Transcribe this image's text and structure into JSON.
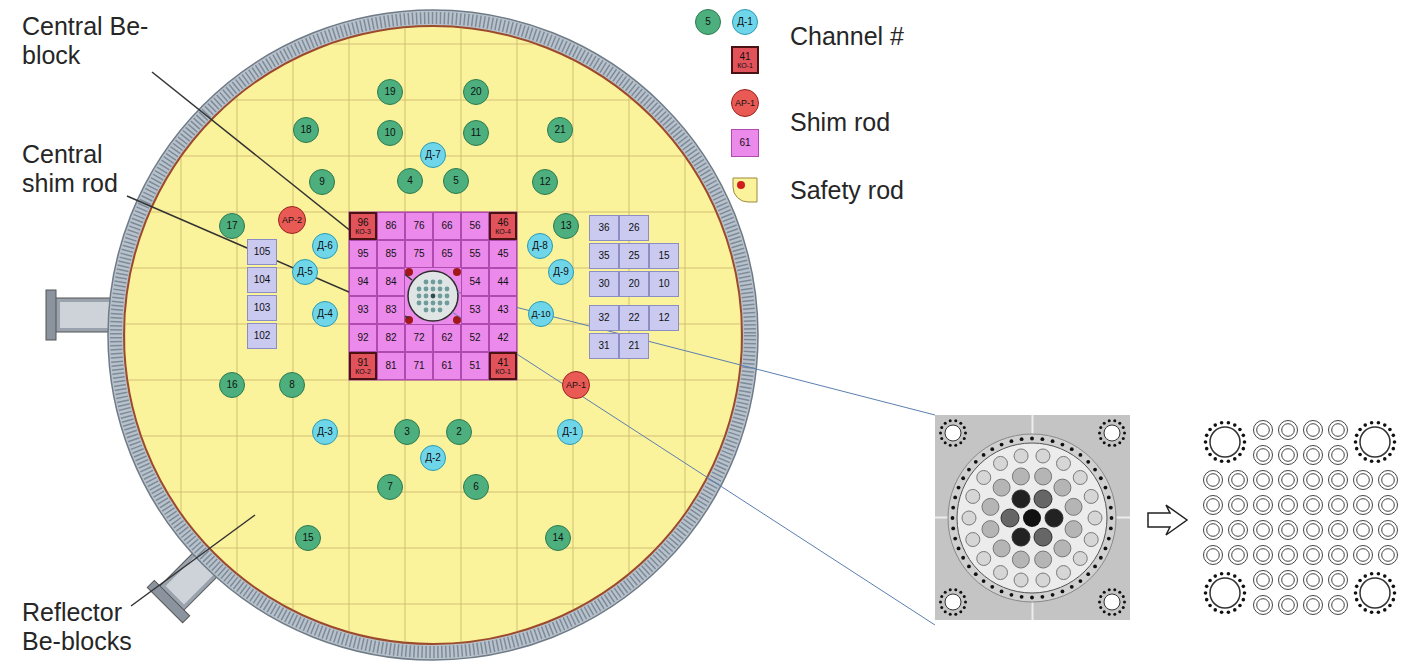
{
  "diagram": {
    "nodes": [
      {
        "text": [
          "19"
        ]
      },
      {
        "text": [
          "20"
        ]
      },
      {
        "text": [
          "18"
        ]
      },
      {
        "text": [
          "10"
        ]
      },
      {
        "text": [
          "11"
        ]
      },
      {
        "text": [
          "21"
        ]
      },
      {
        "text": [
          "Д-7"
        ]
      },
      {
        "text": [
          "9"
        ]
      },
      {
        "text": [
          "4"
        ]
      },
      {
        "text": [
          "5"
        ]
      },
      {
        "text": [
          "12"
        ]
      },
      {
        "text": [
          "17"
        ]
      },
      {
        "text": [
          "АР-2"
        ]
      },
      {
        "text": [
          "96",
          "КО-3"
        ]
      },
      {
        "text": [
          "86"
        ]
      },
      {
        "text": [
          "76"
        ]
      },
      {
        "text": [
          "66"
        ]
      },
      {
        "text": [
          "56"
        ]
      },
      {
        "text": [
          "46",
          "КО-4"
        ]
      },
      {
        "text": [
          "13"
        ]
      },
      {
        "text": [
          "36"
        ]
      },
      {
        "text": [
          "26"
        ]
      },
      {
        "text": [
          "Д-6"
        ]
      },
      {
        "text": [
          "Д-8"
        ]
      },
      {
        "text": [
          "105"
        ]
      },
      {
        "text": [
          "95"
        ]
      },
      {
        "text": [
          "85"
        ]
      },
      {
        "text": [
          "75"
        ]
      },
      {
        "text": [
          "65"
        ]
      },
      {
        "text": [
          "55"
        ]
      },
      {
        "text": [
          "45"
        ]
      },
      {
        "text": [
          "35"
        ]
      },
      {
        "text": [
          "25"
        ]
      },
      {
        "text": [
          "15"
        ]
      },
      {
        "text": [
          "Д-5"
        ]
      },
      {
        "text": [
          "Д-9"
        ]
      },
      {
        "text": [
          "104"
        ]
      },
      {
        "text": [
          "94"
        ]
      },
      {
        "text": [
          "84"
        ]
      },
      {
        "text": [
          "54"
        ]
      },
      {
        "text": [
          "44"
        ]
      },
      {
        "text": [
          "30"
        ]
      },
      {
        "text": [
          "20"
        ]
      },
      {
        "text": [
          "10"
        ]
      },
      {
        "text": [
          "103"
        ]
      },
      {
        "text": [
          "93"
        ]
      },
      {
        "text": [
          "83"
        ]
      },
      {
        "text": [
          "53"
        ]
      },
      {
        "text": [
          "43"
        ]
      },
      {
        "text": [
          "Д-4"
        ]
      },
      {
        "text": [
          "Д-10"
        ]
      },
      {
        "text": [
          "32"
        ]
      },
      {
        "text": [
          "22"
        ]
      },
      {
        "text": [
          "12"
        ]
      },
      {
        "text": [
          "102"
        ]
      },
      {
        "text": [
          "92"
        ]
      },
      {
        "text": [
          "82"
        ]
      },
      {
        "text": [
          "72"
        ]
      },
      {
        "text": [
          "62"
        ]
      },
      {
        "text": [
          "52"
        ]
      },
      {
        "text": [
          "42"
        ]
      },
      {
        "text": [
          "31"
        ]
      },
      {
        "text": [
          "21"
        ]
      },
      {
        "text": [
          "91",
          "КО-2"
        ]
      },
      {
        "text": [
          "81"
        ]
      },
      {
        "text": [
          "71"
        ]
      },
      {
        "text": [
          "61"
        ]
      },
      {
        "text": [
          "51"
        ]
      },
      {
        "text": [
          "41",
          "КО-1"
        ]
      },
      {
        "text": [
          "16"
        ]
      },
      {
        "text": [
          "8"
        ]
      },
      {
        "text": [
          "АР-1"
        ]
      },
      {
        "text": [
          "Д-3"
        ]
      },
      {
        "text": [
          "3"
        ]
      },
      {
        "text": [
          "2"
        ]
      },
      {
        "text": [
          "Д-1"
        ]
      },
      {
        "text": [
          "Д-2"
        ]
      },
      {
        "text": [
          "7"
        ]
      },
      {
        "text": [
          "6"
        ]
      },
      {
        "text": [
          "15"
        ]
      },
      {
        "text": [
          "14"
        ]
      },
      {
        "text": [
          "5"
        ]
      },
      {
        "text": [
          "Д-1"
        ]
      },
      {
        "text": [
          "41",
          "КО-1"
        ]
      },
      {
        "text": [
          "АР-1"
        ]
      },
      {
        "text": [
          "61"
        ]
      }
    ],
    "labels": [
      "Central Be-block",
      "Central shim rod",
      "Reflector Be-blocks"
    ],
    "legend": [
      {
        "text": "Channel #"
      },
      {
        "text": "Shim rod"
      },
      {
        "text": "Safety rod"
      }
    ]
  }
}
